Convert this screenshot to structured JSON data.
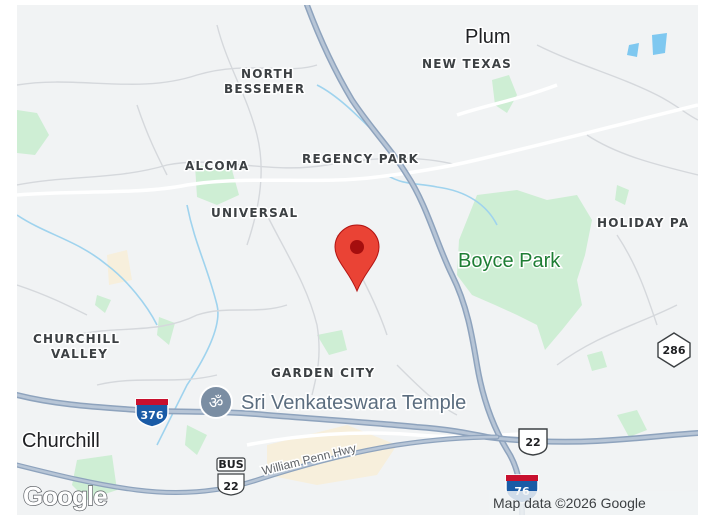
{
  "map": {
    "labels": {
      "plum": "Plum",
      "new_texas": "NEW TEXAS",
      "north_bessemer_1": "NORTH",
      "north_bessemer_2": "BESSEMER",
      "alcoma": "ALCOMA",
      "regency_park": "REGENCY PARK",
      "universal": "UNIVERSAL",
      "holiday_park": "HOLIDAY PA",
      "boyce_park": "Boyce Park",
      "churchill_valley_1": "CHURCHILL",
      "churchill_valley_2": "VALLEY",
      "garden_city": "GARDEN CITY",
      "churchill": "Churchill"
    },
    "poi": {
      "name": "Sri Venkateswara Temple",
      "icon": "hindu-temple-icon"
    },
    "roads": {
      "william_penn_hwy": "William Penn Hwy"
    },
    "shields": {
      "i376": "376",
      "i76": "76",
      "us22_east": "22",
      "us22_bus": "22",
      "bus_label": "BUS",
      "pa286": "286"
    },
    "marker": {
      "icon": "location-pin-icon",
      "color": "#ea4335"
    },
    "attribution": "Map data ©2026 Google",
    "logo": "Google",
    "colors": {
      "land": "#f1f3f4",
      "park": "#ceeed4",
      "highway": "#8ea3bd",
      "water": "#7fc8f0",
      "interstate_blue": "#1a5ba6",
      "interstate_red": "#c8102e"
    }
  }
}
